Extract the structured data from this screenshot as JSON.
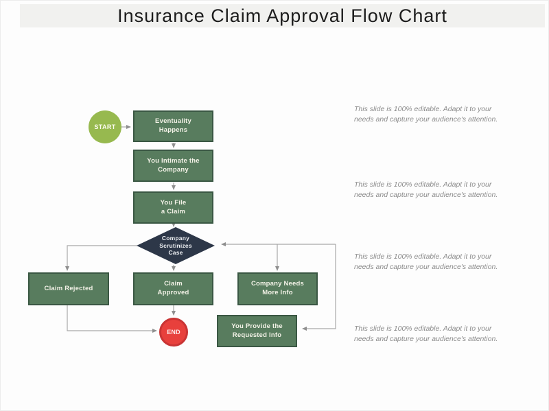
{
  "title": "Insurance Claim Approval Flow Chart",
  "flowchart": {
    "start_label": "START",
    "end_label": "END",
    "nodes": {
      "eventuality": {
        "label": [
          "Eventuality",
          "Happens"
        ]
      },
      "intimate": {
        "label": [
          "You Intimate the",
          "Company"
        ]
      },
      "file_claim": {
        "label": [
          "You File",
          "a Claim"
        ]
      },
      "scrutinize": {
        "label": [
          "Company",
          "Scrutinizes",
          "Case"
        ]
      },
      "rejected": {
        "label": [
          "Claim Rejected"
        ]
      },
      "approved": {
        "label": [
          "Claim",
          "Approved"
        ]
      },
      "needs_info": {
        "label": [
          "Company Needs",
          "More Info"
        ]
      },
      "provide_info": {
        "label": [
          "You Provide the",
          "Requested Info"
        ]
      }
    }
  },
  "side_notes": [
    [
      "This slide is 100% editable. Adapt it to your",
      "needs and capture your audience's attention."
    ],
    [
      "This slide is 100% editable. Adapt it to your",
      "needs and capture your audience's attention."
    ],
    [
      "This slide is 100% editable. Adapt it to your",
      "needs and capture your audience's attention."
    ],
    [
      "This slide is 100% editable. Adapt it to your",
      "needs and capture your audience's attention."
    ]
  ],
  "colors": {
    "box_fill": "#587c5e",
    "box_border": "#3a5743",
    "diamond_fill": "#2d3748",
    "start_fill": "#97b94f",
    "end_fill": "#e8403c",
    "arrow": "#a3a3a3",
    "arrowhead": "#8f8f8f",
    "note_text": "#8c8c8c",
    "title_band": "#f1f1ef"
  }
}
